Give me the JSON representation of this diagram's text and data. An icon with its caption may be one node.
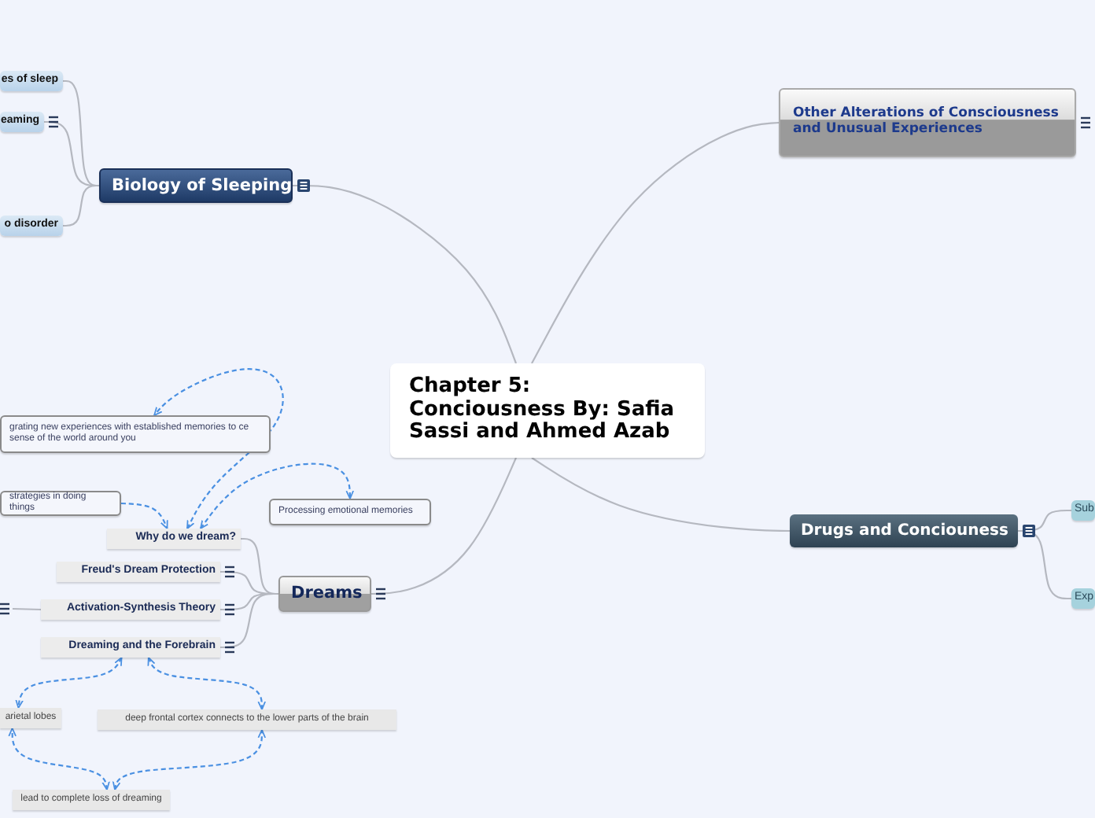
{
  "diagram": {
    "nodes": [
      {
        "text": [
          "Chapter 5: Conciousness By: Safia Sassi and Ahmed Azab"
        ]
      },
      {
        "text": [
          "Biology of Sleeping"
        ]
      },
      {
        "text": [
          "es of sleep"
        ]
      },
      {
        "text": [
          "eaming"
        ]
      },
      {
        "text": [
          "o disorder"
        ]
      },
      {
        "text": [
          "Other Alterations of Consciousness and Unusual Experiences"
        ]
      },
      {
        "text": [
          "Drugs and Conciouness"
        ]
      },
      {
        "text": [
          "Sub"
        ]
      },
      {
        "text": [
          "Exp"
        ]
      },
      {
        "text": [
          "Dreams"
        ]
      },
      {
        "text": [
          "Why do we dream?"
        ]
      },
      {
        "text": [
          "Freud's Dream Protection"
        ]
      },
      {
        "text": [
          "Activation-Synthesis Theory"
        ]
      },
      {
        "text": [
          "Dreaming and the Forebrain"
        ]
      },
      {
        "text": [
          "grating new experiences with established memories to ce sense of the world around you"
        ]
      },
      {
        "text": [
          "strategies in doing things"
        ]
      },
      {
        "text": [
          "Processing emotional memories"
        ]
      },
      {
        "text": [
          "arietal lobes"
        ]
      },
      {
        "text": [
          "deep frontal cortex connects to the lower parts of the brain"
        ]
      },
      {
        "text": [
          "lead to complete loss of dreaming"
        ]
      }
    ],
    "edges": [
      {
        "from": 0,
        "to": 1,
        "arrow": "none"
      },
      {
        "from": 0,
        "to": 5,
        "arrow": "none"
      },
      {
        "from": 0,
        "to": 6,
        "arrow": "none"
      },
      {
        "from": 0,
        "to": 9,
        "arrow": "none"
      },
      {
        "from": 1,
        "to": 2,
        "arrow": "none"
      },
      {
        "from": 1,
        "to": 3,
        "arrow": "none"
      },
      {
        "from": 1,
        "to": 4,
        "arrow": "none"
      },
      {
        "from": 6,
        "to": 7,
        "arrow": "none"
      },
      {
        "from": 6,
        "to": 8,
        "arrow": "none"
      },
      {
        "from": 9,
        "to": 10,
        "arrow": "none"
      },
      {
        "from": 9,
        "to": 11,
        "arrow": "none"
      },
      {
        "from": 9,
        "to": 12,
        "arrow": "none"
      },
      {
        "from": 9,
        "to": 13,
        "arrow": "none"
      },
      {
        "from": 12,
        "to": null,
        "arrow": "none"
      },
      {
        "from": 10,
        "to": 14,
        "arrow": "both",
        "style": "dashed",
        "color": "#4a90e2"
      },
      {
        "from": 10,
        "to": 16,
        "arrow": "both",
        "style": "dashed",
        "color": "#4a90e2"
      },
      {
        "from": 15,
        "to": 10,
        "arrow": "to",
        "style": "dashed",
        "color": "#4a90e2"
      },
      {
        "from": 13,
        "to": 17,
        "arrow": "both",
        "style": "dashed",
        "color": "#4a90e2"
      },
      {
        "from": 13,
        "to": 18,
        "arrow": "both",
        "style": "dashed",
        "color": "#4a90e2"
      },
      {
        "from": 19,
        "to": 17,
        "arrow": "both",
        "style": "dashed",
        "color": "#4a90e2"
      },
      {
        "from": 19,
        "to": 18,
        "arrow": "both",
        "style": "dashed",
        "color": "#4a90e2"
      }
    ]
  }
}
